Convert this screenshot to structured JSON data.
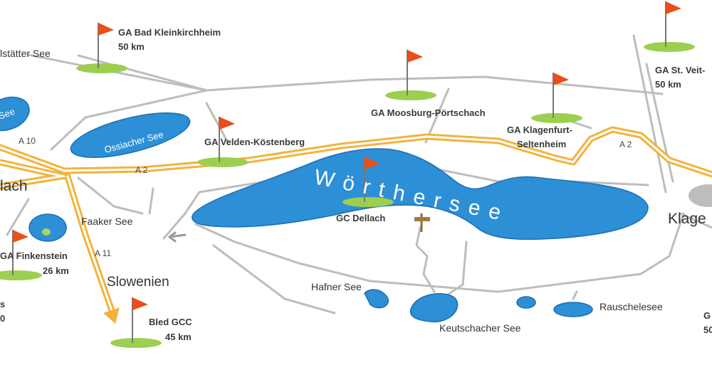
{
  "colors": {
    "water": "#2d8fd6",
    "water_edge": "#1d6fb3",
    "road": "#f2b33d",
    "minor_road": "#bdbdbd",
    "green": "#9ccf4f",
    "flag": "#e94e1b"
  },
  "map": {
    "lake_main": "W ö r t h e r s e e",
    "lakes": {
      "ossiacher": "Ossiacher See",
      "millstaetter": "See",
      "faaker": "Faaker See",
      "hafner": "Hafner See",
      "keutschacher": "Keutschacher See",
      "rauschele": "Rauschelesee"
    },
    "partial_lake_title": "lstätter See",
    "places": {
      "villach": "lach",
      "klagenfurt": "Klage",
      "slowenien": "Slowenien"
    },
    "roads": {
      "a10": "A 10",
      "a2_west": "A 2",
      "a2_east": "A 2",
      "a11": "A 11"
    },
    "clubs": {
      "bad_kleinkirchheim": {
        "name": "GA Bad Kleinkirchheim",
        "distance": "50 km"
      },
      "moosburg": {
        "name": "GA Moosburg-Pörtschach"
      },
      "klagenfurt_line1": "GA Klagenfurt-",
      "klagenfurt_line2": "Seltenheim",
      "velden": {
        "name": "GA Velden-Köstenberg"
      },
      "dellach": {
        "name": "GC Dellach"
      },
      "finkenstein": {
        "name": "GA Finkenstein",
        "distance": "26 km"
      },
      "bled": {
        "name": "Bled GCC",
        "distance": "45 km"
      },
      "st_veit": {
        "name": "GA St. Veit-",
        "distance": "50 km"
      },
      "right_edge_name": "G",
      "right_edge_distance": "50",
      "left_edge_text": "s",
      "left_edge_distance": "0"
    }
  }
}
